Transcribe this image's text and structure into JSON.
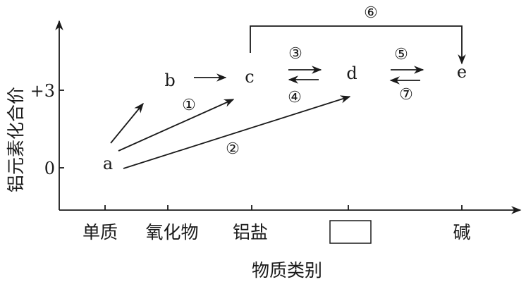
{
  "axes": {
    "y_label": "铝元素化合价",
    "x_label": "物质类别",
    "y_ticks": [
      "+3",
      "0"
    ],
    "x_categories": [
      "单质",
      "氧化物",
      "铝盐",
      "",
      "碱"
    ]
  },
  "points": [
    "a",
    "b",
    "c",
    "d",
    "e"
  ],
  "reactions": [
    "①",
    "②",
    "③",
    "④",
    "⑤",
    "⑥",
    "⑦"
  ]
}
